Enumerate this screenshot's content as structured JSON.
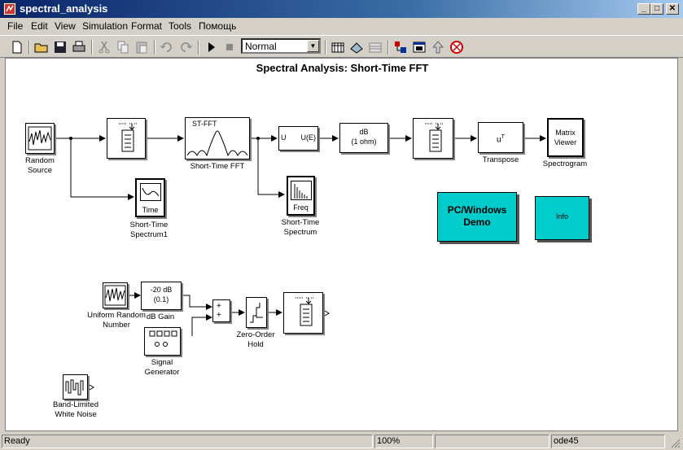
{
  "window": {
    "title": "spectral_analysis",
    "controls": {
      "minimize": "_",
      "maximize": "□",
      "close": "✕"
    }
  },
  "menu": [
    "File",
    "Edit",
    "View",
    "Simulation",
    "Format",
    "Tools",
    "Помощь"
  ],
  "toolbar": {
    "buttons": [
      "new-icon",
      "open-icon",
      "save-icon",
      "print-icon",
      "cut-icon",
      "copy-icon",
      "paste-icon",
      "undo-icon",
      "redo-icon",
      "start-icon",
      "stop-icon",
      "library-browser-icon",
      "update-diagram-icon",
      "build-icon",
      "model-explorer-icon",
      "debugger-icon",
      "go-to-parent-icon",
      "record-icon"
    ],
    "sim_mode": "Normal"
  },
  "diagram": {
    "title": "Spectral Analysis: Short-Time FFT",
    "blocks": {
      "random_source": {
        "label_1": "Random",
        "label_2": "Source"
      },
      "buffer_1": {
        "label": ""
      },
      "st_fft": {
        "inner": "ST-FFT",
        "label": "Short-Time FFT"
      },
      "mag": {
        "in": "U",
        "out": "U(E)"
      },
      "db": {
        "line1": "dB",
        "line2": "(1 ohm)"
      },
      "transpose": {
        "inner": "u",
        "sup": "T",
        "label": "Transpose"
      },
      "matrix_viewer": {
        "line1": "Matrix",
        "line2": "Viewer",
        "label": "Spectrogram"
      },
      "spectrum1": {
        "inner": "Time",
        "label_1": "Short-Time",
        "label_2": "Spectrum1"
      },
      "spectrum": {
        "inner": "Freq",
        "label_1": "Short-Time",
        "label_2": "Spectrum"
      },
      "demo": {
        "line1": "PC/Windows",
        "line2": "Demo"
      },
      "info": {
        "text": "Info"
      },
      "uniform": {
        "label_1": "Uniform Random",
        "label_2": "Number"
      },
      "db_gain": {
        "line1": "-20 dB",
        "line2": "(0.1)",
        "label": "dB Gain"
      },
      "signal_gen": {
        "label_1": "Signal",
        "label_2": "Generator"
      },
      "sum": {
        "p1": "+",
        "p2": "+"
      },
      "zoh": {
        "label_1": "Zero-Order",
        "label_2": "Hold"
      },
      "bandlimited": {
        "label_1": "Band-Limited",
        "label_2": "White Noise"
      }
    }
  },
  "status": {
    "state": "Ready",
    "zoom": "100%",
    "solver": "ode45"
  }
}
